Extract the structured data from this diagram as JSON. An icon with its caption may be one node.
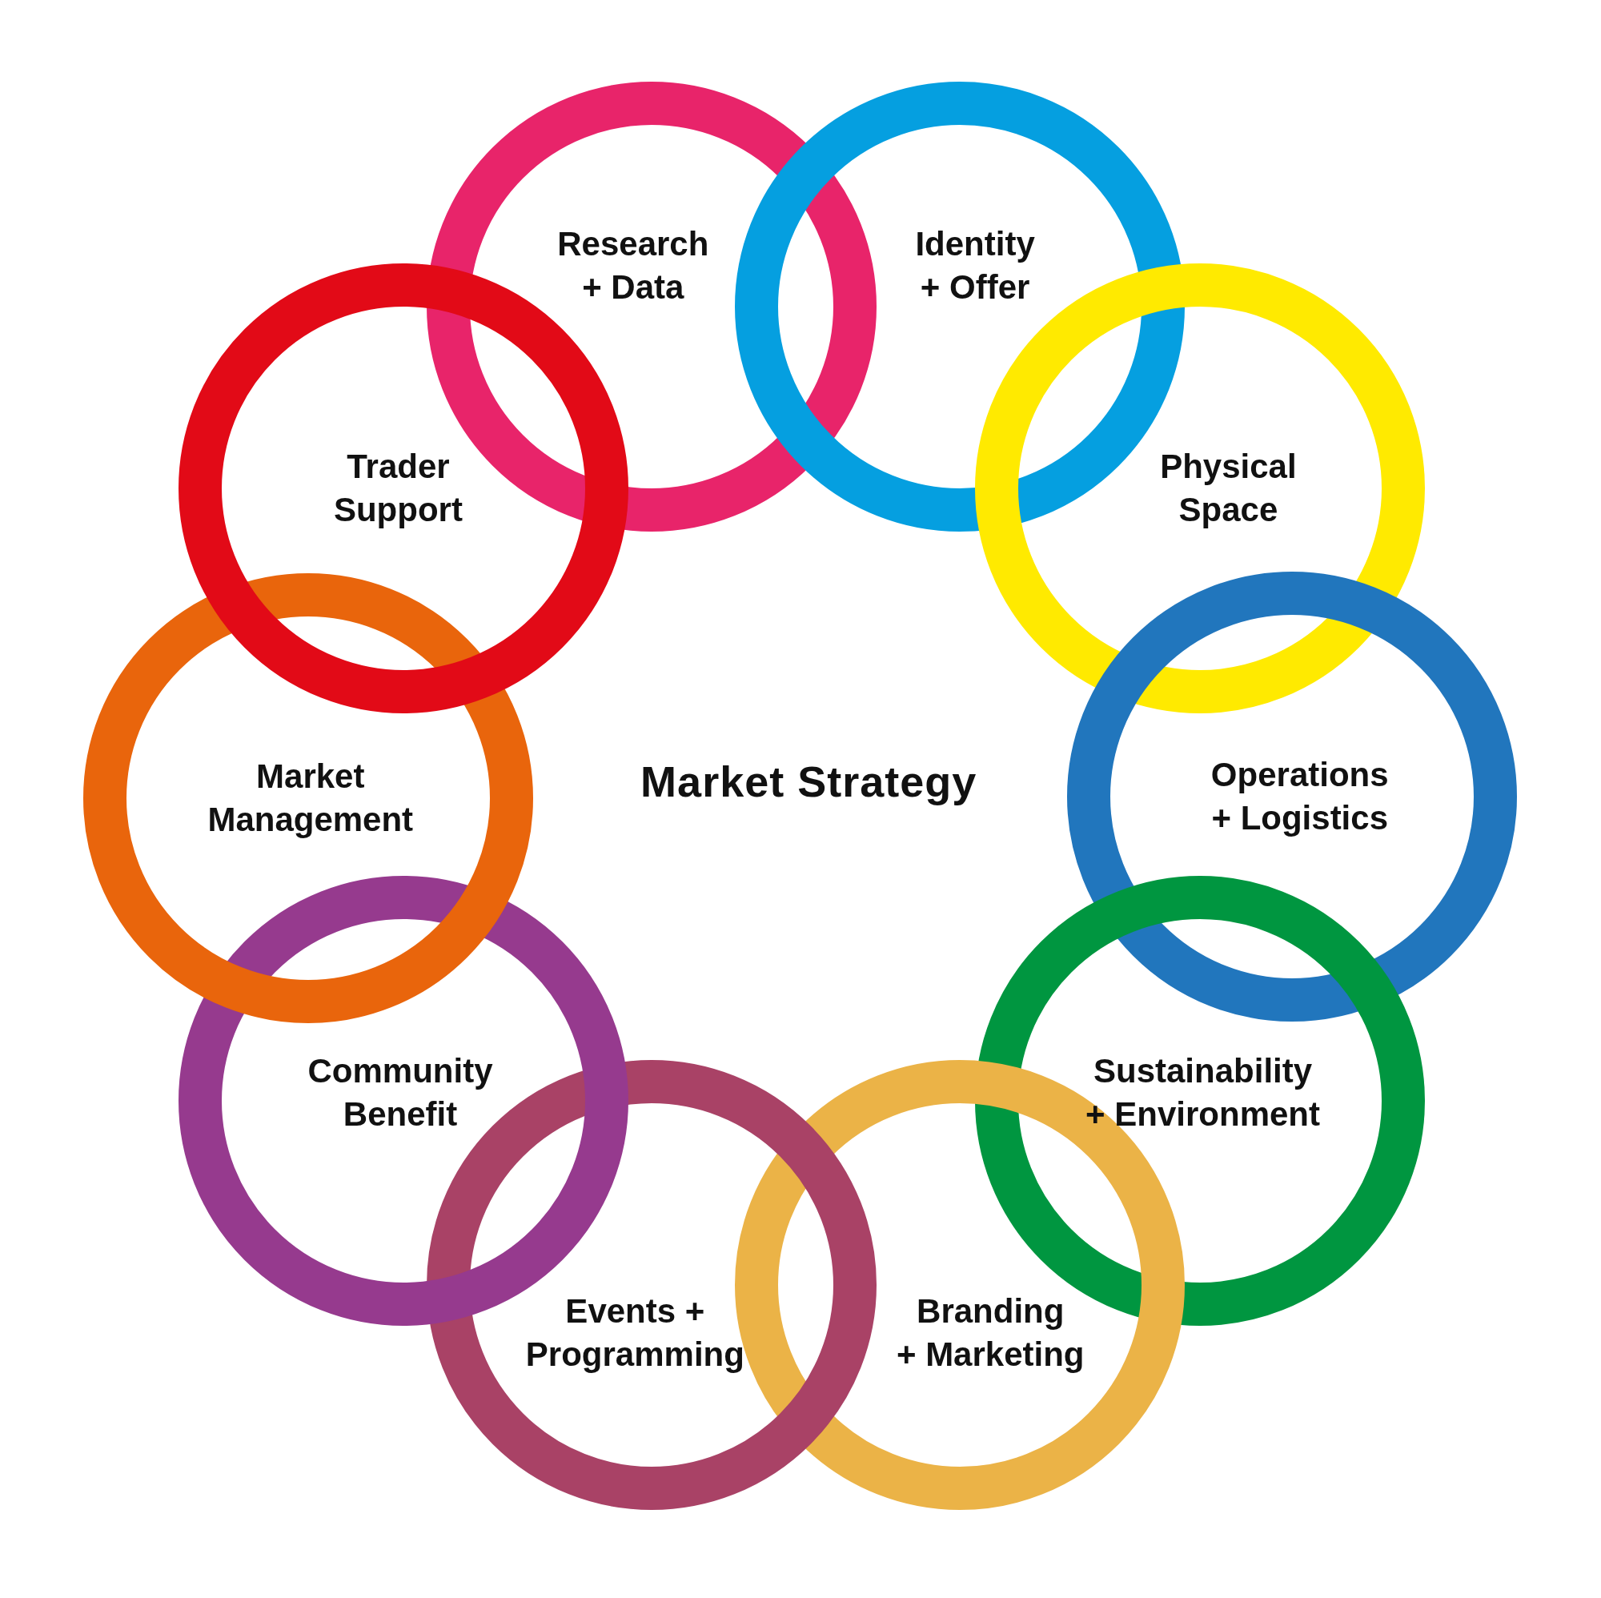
{
  "diagram": {
    "title": "Market Strategy",
    "nodes": [
      {
        "text": [
          "Research + Data"
        ]
      },
      {
        "text": [
          "Identity + Offer"
        ]
      },
      {
        "text": [
          "Physical Space"
        ]
      },
      {
        "text": [
          "Operations + Logistics"
        ]
      },
      {
        "text": [
          "Sustainability + Environment"
        ]
      },
      {
        "text": [
          "Branding + Marketing"
        ]
      },
      {
        "text": [
          "Events + Programming"
        ]
      },
      {
        "text": [
          "Community Benefit"
        ]
      },
      {
        "text": [
          "Market Management"
        ]
      },
      {
        "text": [
          "Trader Support"
        ]
      }
    ]
  }
}
